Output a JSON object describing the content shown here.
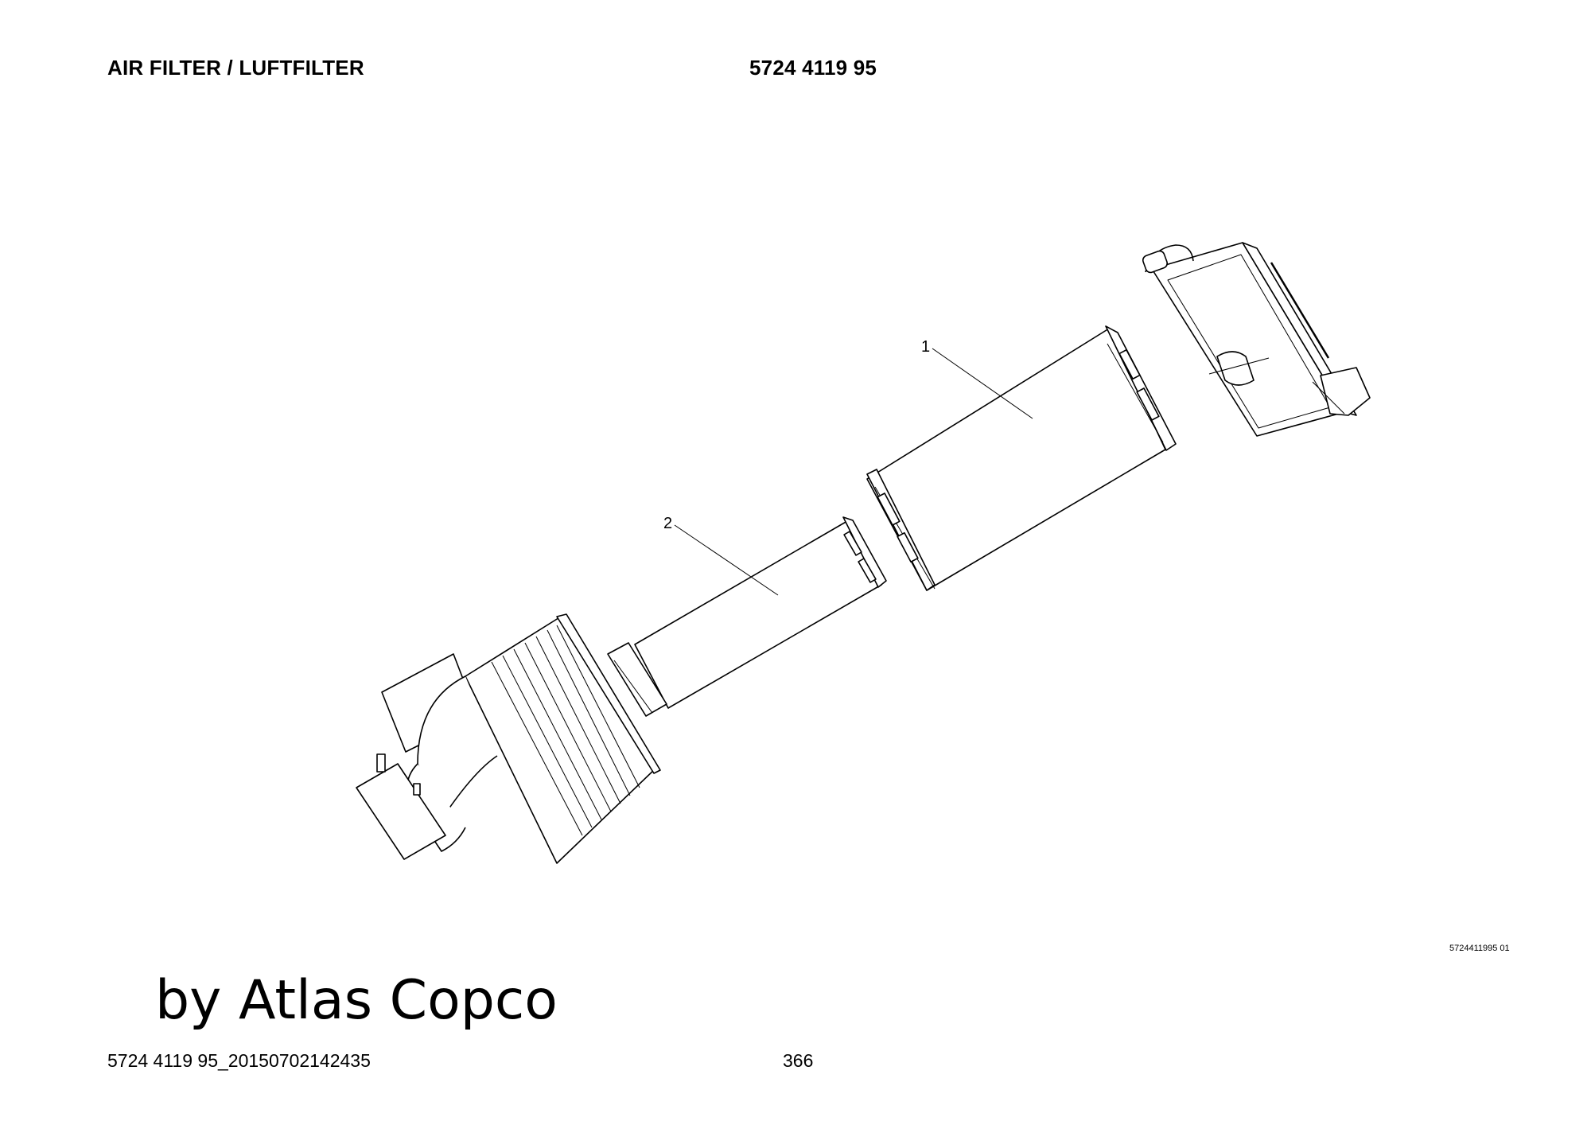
{
  "header": {
    "title": "AIR FILTER / LUFTFILTER",
    "part_number": "5724 4119 95"
  },
  "drawing": {
    "callouts": [
      {
        "number": "1"
      },
      {
        "number": "2"
      }
    ],
    "reference": "5724411995 01"
  },
  "watermark": {
    "text": "by Atlas Copco"
  },
  "footer": {
    "document_id": "5724 4119 95_20150702142435",
    "page": "366"
  }
}
